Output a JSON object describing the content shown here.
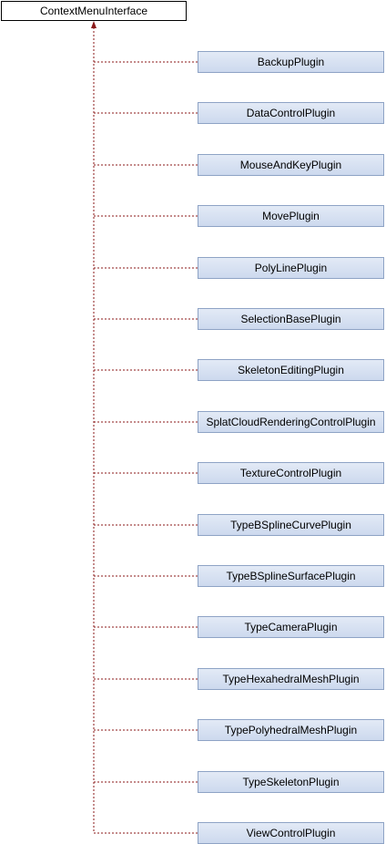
{
  "diagram": {
    "base_class": "ContextMenuInterface",
    "derived_classes": [
      "BackupPlugin",
      "DataControlPlugin",
      "MouseAndKeyPlugin",
      "MovePlugin",
      "PolyLinePlugin",
      "SelectionBasePlugin",
      "SkeletonEditingPlugin",
      "SplatCloudRenderingControlPlugin",
      "TextureControlPlugin",
      "TypeBSplineCurvePlugin",
      "TypeBSplineSurfacePlugin",
      "TypeCameraPlugin",
      "TypeHexahedralMeshPlugin",
      "TypePolyhedralMeshPlugin",
      "TypeSkeletonPlugin",
      "ViewControlPlugin"
    ],
    "colors": {
      "connector": "#8b1a1a",
      "node_border": "#8ea3c5",
      "node_fill": "#d5e0f2"
    }
  }
}
